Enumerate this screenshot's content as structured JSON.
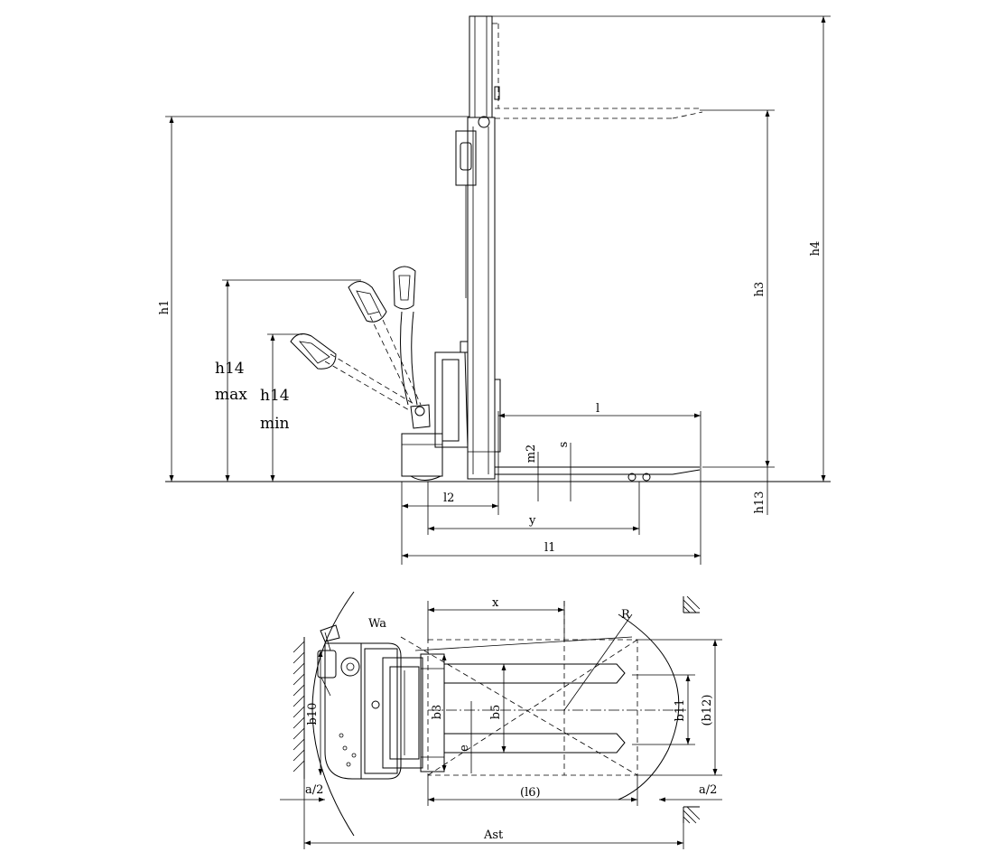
{
  "side_view": {
    "labels": {
      "h1": "h1",
      "h3": "h3",
      "h4": "h4",
      "h13": "h13",
      "h14_max_line1": "h14",
      "h14_max_line2": "max",
      "h14_min_line1": "h14",
      "h14_min_line2": "min",
      "l": "l",
      "l1": "l1",
      "l2": "l2",
      "y": "y",
      "m2": "m2",
      "s": "s"
    }
  },
  "top_view": {
    "labels": {
      "x": "x",
      "R": "R",
      "Wa": "Wa",
      "b3": "b3",
      "b5": "b5",
      "b10": "b10",
      "b11": "b11",
      "b12": "(b12)",
      "e": "e",
      "l6": "(l6)",
      "a2_left": "a/2",
      "a2_right": "a/2",
      "Ast": "Ast"
    }
  }
}
